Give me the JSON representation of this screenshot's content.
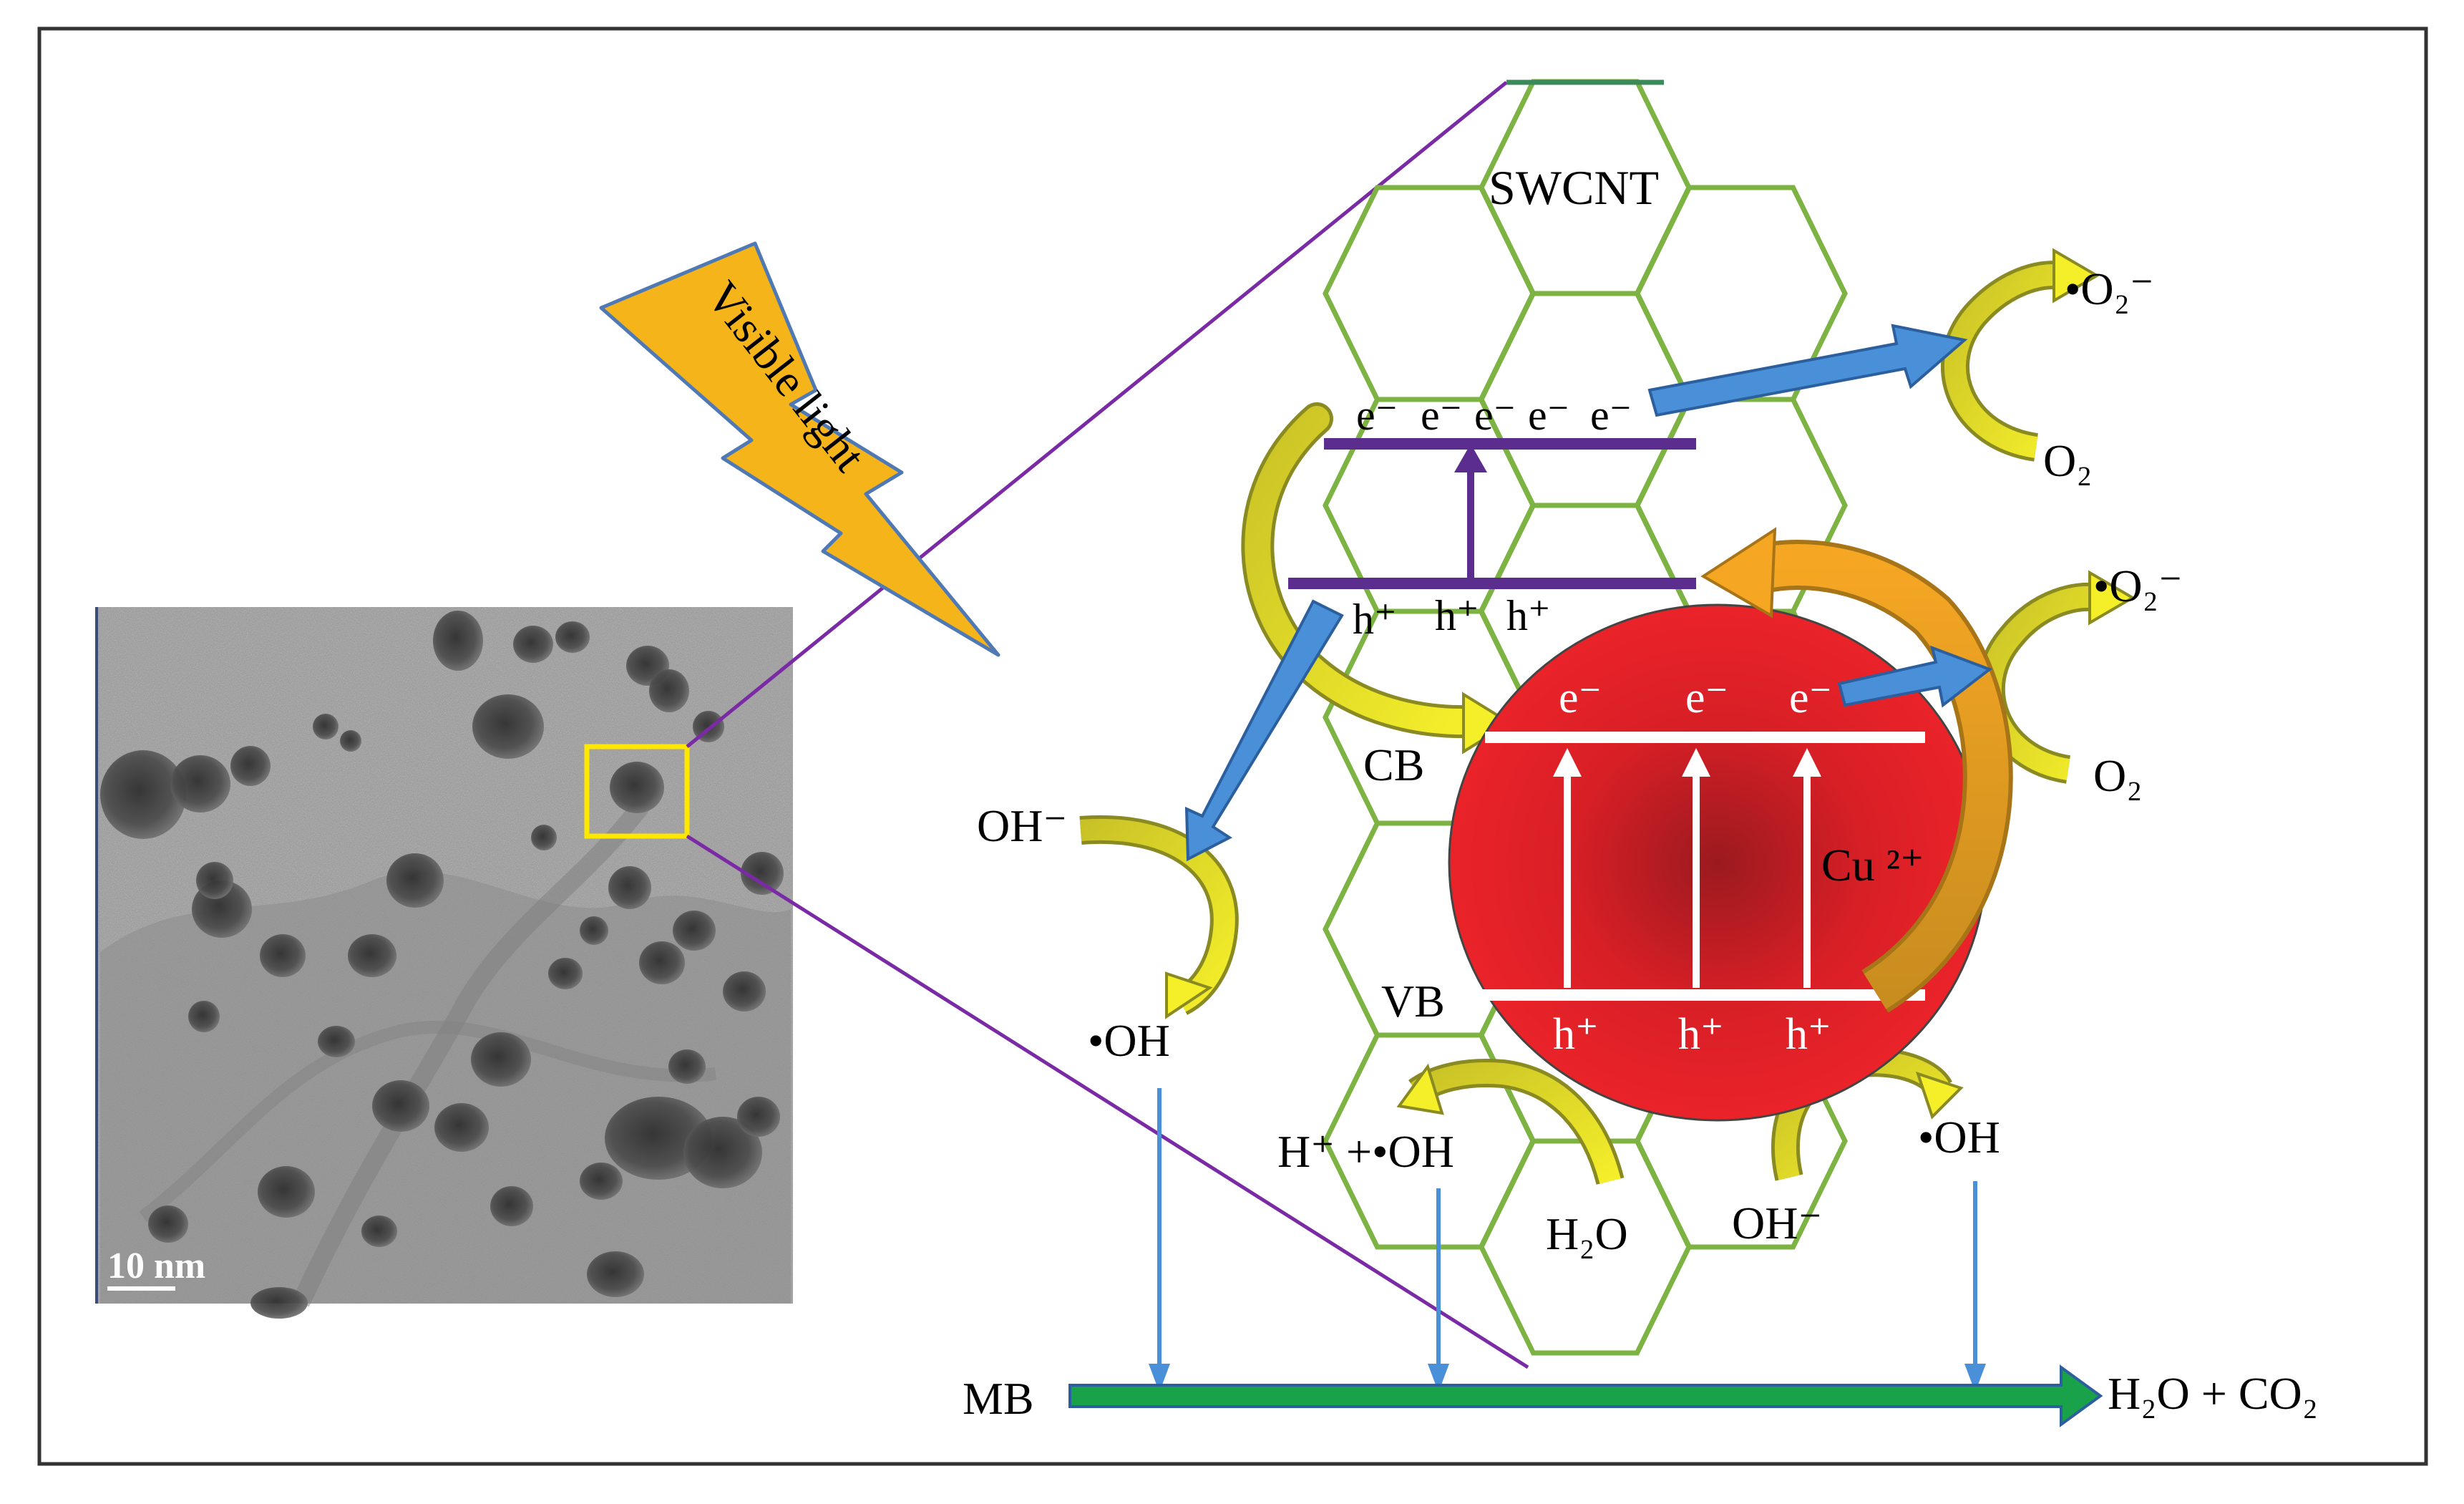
{
  "figure": {
    "light_label": "Visible light",
    "tem_scale_label": "10 nm",
    "nanotube_label": "SWCNT",
    "swcnt_band": {
      "electrons": [
        "e⁻",
        "e⁻",
        "e⁻",
        "e⁻",
        "e⁻"
      ],
      "holes": [
        "h⁺",
        "h⁺",
        "h⁺"
      ]
    },
    "particle": {
      "label": "Cu ²⁺",
      "cb_label": "CB",
      "vb_label": "VB",
      "electrons": [
        "e⁻",
        "e⁻",
        "e⁻"
      ],
      "holes": [
        "h⁺",
        "h⁺",
        "h⁺"
      ]
    },
    "species": {
      "superoxide_top": "•O₂⁻",
      "oxygen_top": "O₂",
      "superoxide_mid": "•O₂⁻",
      "oxygen_mid": "O₂",
      "hydroxide_left": "OH⁻",
      "hydroxyl_left": "•OH",
      "proton_hydroxyl": "H⁺ +•OH",
      "water": "H₂O",
      "hydroxide_bottom": "OH⁻",
      "hydroxyl_right": "•OH",
      "pollutant": "MB",
      "products": "H₂O + CO₂"
    },
    "colors": {
      "honeycomb": "#7cb342",
      "particle": "#e8242a",
      "band_line": "#5b2d8e",
      "transfer_arrow": "#4a90d9",
      "light": "#f5b41a",
      "degradation_arrow": "#1aa24a",
      "zoom_box": "#ffe800"
    }
  }
}
